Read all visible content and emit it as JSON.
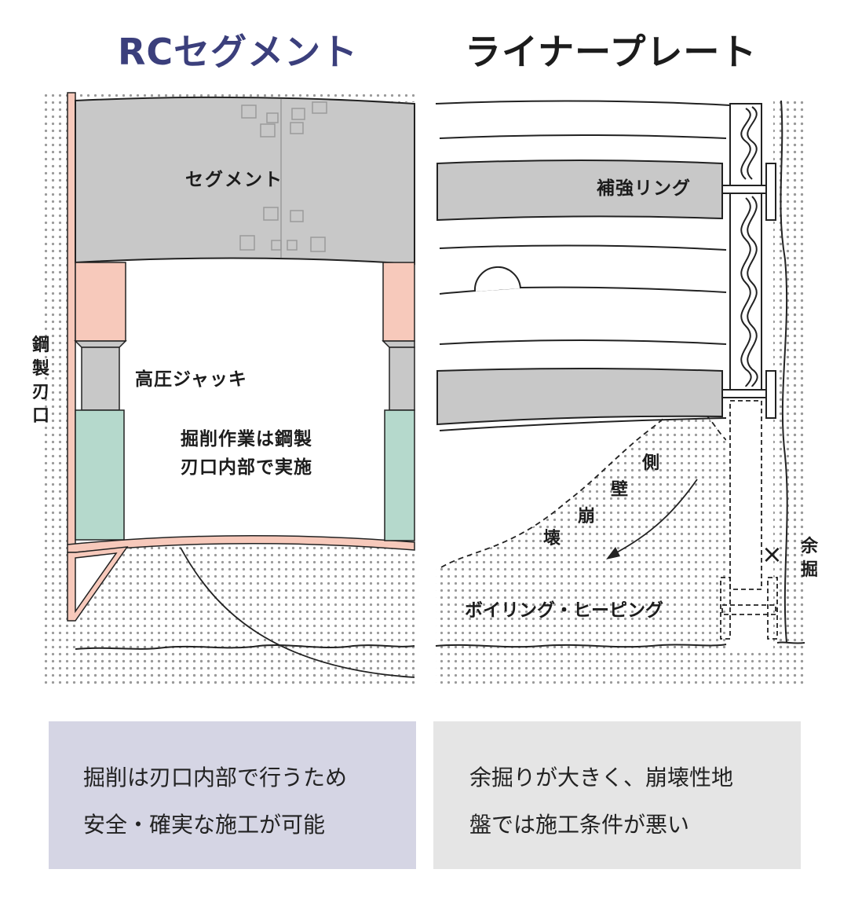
{
  "titles": {
    "left": "RCセグメント",
    "right": "ライナープレート"
  },
  "labels": {
    "segment": "セグメント",
    "steel_edge_chars": [
      "鋼",
      "製",
      "刃",
      "口"
    ],
    "jack": "高圧ジャッキ",
    "excavation_line1": "掘削作業は鋼製",
    "excavation_line2": "刃口内部で実施",
    "reinforcing_ring": "補強リング",
    "collapse_chars": [
      "側",
      "壁",
      "崩",
      "壊"
    ],
    "over_excavation_chars": [
      "余",
      "掘"
    ],
    "boiling": "ボイリング・ヒーピング",
    "cross_mark": "×"
  },
  "captions": {
    "left": [
      "掘削は刃口内部で行うため",
      "安全・確実な施工が可能"
    ],
    "right": [
      "余掘りが大きく、崩壊性地",
      "盤では施工条件が悪い"
    ]
  },
  "colors": {
    "segment_gray": "#c8c8c8",
    "steel_pink": "#f7c9bb",
    "jack_green": "#b5d9cc",
    "title_navy": "#3b3f7c",
    "caption_left_bg": "#d5d5e4",
    "caption_right_bg": "#e5e5e5"
  }
}
